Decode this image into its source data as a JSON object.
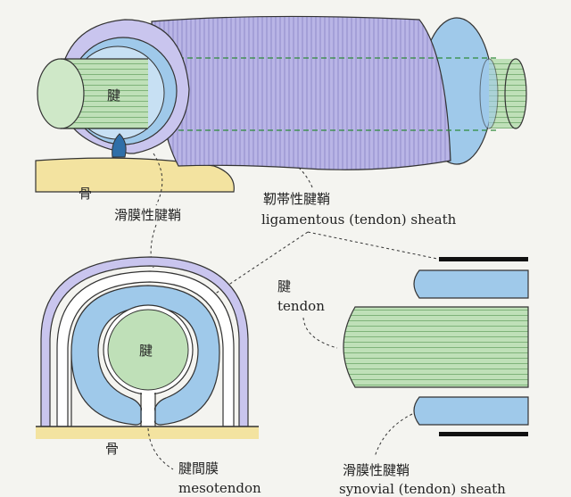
{
  "labels": {
    "tendon_top": "腱",
    "bone_top": "骨",
    "synovial_sheath_top_cjk": "滑膜性腱鞘",
    "ligamentous_sheath_cjk": "靭帯性腱鞘",
    "ligamentous_sheath_en": "ligamentous (tendon) sheath",
    "tendon_cross": "腱",
    "bone_bottom": "骨",
    "mesotendon_cjk": "腱間膜",
    "mesotendon_en": "mesotendon",
    "tendon_side_cjk": "腱",
    "tendon_side_en": "tendon",
    "synovial_sheath_bottom_cjk": "滑膜性腱鞘",
    "synovial_sheath_bottom_en": "synovial (tendon) sheath"
  },
  "colors": {
    "tendon_green": "#bfe0b8",
    "synovial_blue": "#9fc9ea",
    "ligament_purple": "#b9b5e6",
    "bone_yellow": "#f3e3a0",
    "dashed_green": "#2f8a3a"
  }
}
